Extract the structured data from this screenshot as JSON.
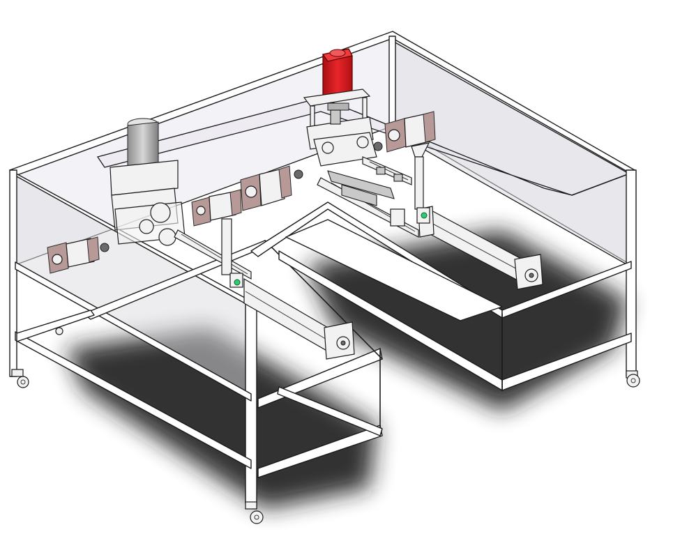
{
  "colors": {
    "background": "#ffffff",
    "outline": "#1a1a1a",
    "glass_panel": "#e9e8ee",
    "shadow": "#1e1e1e",
    "motor_red": "#d8161b",
    "cylinder_flange": "#b79a98",
    "sensor_green": "#2ecc71"
  },
  "scene": {
    "view": "isometric",
    "parts": [
      {
        "name": "frame-table",
        "icon": "frame-icon"
      },
      {
        "name": "glass-enclosure",
        "icon": "panel-icon"
      },
      {
        "name": "red-servo-motor",
        "icon": "motor-icon"
      },
      {
        "name": "gray-vertical-cylinder",
        "icon": "cylinder-icon"
      },
      {
        "name": "horizontal-air-cylinders",
        "icon": "cylinder-icon"
      },
      {
        "name": "linear-guide-rails",
        "icon": "rail-icon"
      },
      {
        "name": "caster-wheels",
        "icon": "wheel-icon"
      },
      {
        "name": "green-sensors",
        "icon": "sensor-icon"
      }
    ]
  }
}
